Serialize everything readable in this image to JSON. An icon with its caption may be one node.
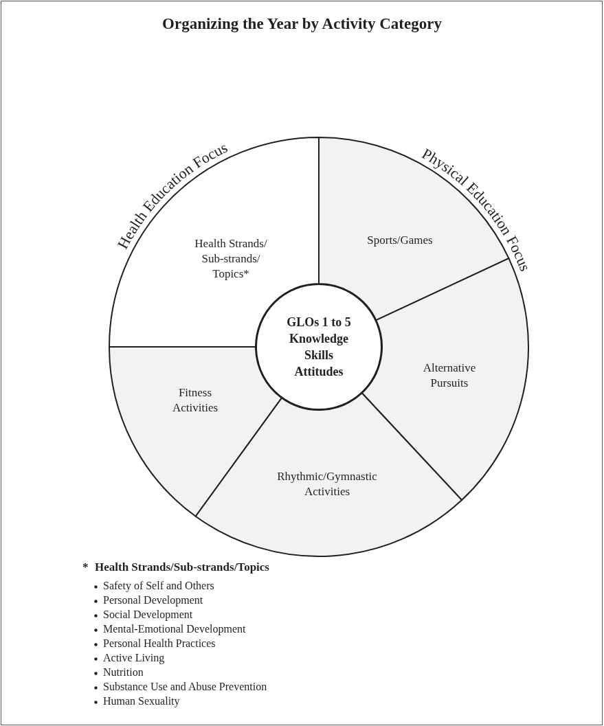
{
  "diagram": {
    "title": "Organizing the Year by Activity Category",
    "nodes": [
      {
        "text": [
          "Health Strands/ Sub-strands/ Topics*"
        ]
      },
      {
        "text": [
          "Sports/Games"
        ]
      },
      {
        "text": [
          "GLOs 1 to 5 Knowledge Skills Attitudes"
        ]
      },
      {
        "text": [
          "Fitness Activities"
        ]
      },
      {
        "text": [
          "Alternative Pursuits"
        ]
      },
      {
        "text": [
          "Rhythmic/Gymnastic Activities"
        ]
      }
    ],
    "labels": [
      "Health Education Focus",
      "Physical Education Focus",
      "*",
      "Health Strands/Sub-strands/Topics",
      "Safety of Self and Others",
      "Personal Development",
      "Social Development",
      "Mental-Emotional Development",
      "Personal Health Practices",
      "Active Living",
      "Nutrition",
      "Substance Use and Abuse Prevention",
      "Human Sexuality"
    ]
  }
}
